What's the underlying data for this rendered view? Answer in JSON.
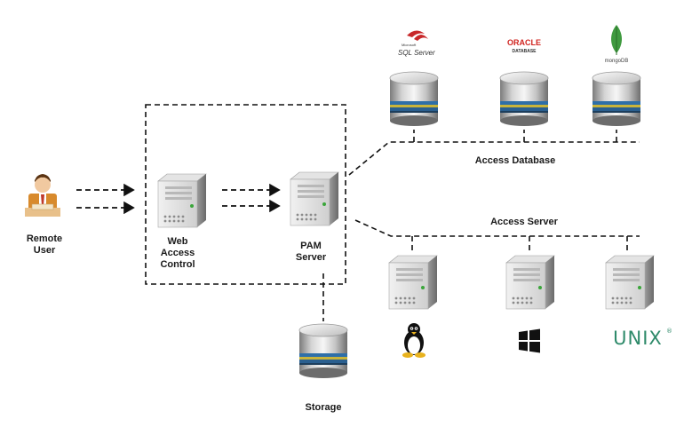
{
  "nodes": {
    "remote_user": {
      "line1": "Remote",
      "line2": "User"
    },
    "web_access_control": {
      "line1": "Web",
      "line2": "Access",
      "line3": "Control"
    },
    "pam_server": {
      "line1": "PAM",
      "line2": "Server"
    },
    "storage": {
      "label": "Storage"
    },
    "access_database": {
      "label": "Access Database"
    },
    "access_server": {
      "label": "Access Server"
    }
  },
  "database_logos": {
    "sql_server": {
      "small": "Microsoft",
      "main": "SQL Server"
    },
    "oracle": {
      "main": "ORACLE",
      "sub": "DATABASE"
    },
    "mongodb": {
      "main": "mongoDB"
    }
  },
  "os_logos": {
    "linux": "linux-tux-icon",
    "windows": "windows-logo-icon",
    "unix": {
      "text": "UNIX",
      "mark": "®"
    }
  },
  "colors": {
    "unix_green": "#2e8a6a",
    "oracle_red": "#d0241f",
    "mongo_green": "#3f9a3f",
    "sql_red": "#c8282a",
    "db_band_blue": "#2e6fa8",
    "db_band_yellow": "#c9b43a",
    "line": "#111111"
  }
}
